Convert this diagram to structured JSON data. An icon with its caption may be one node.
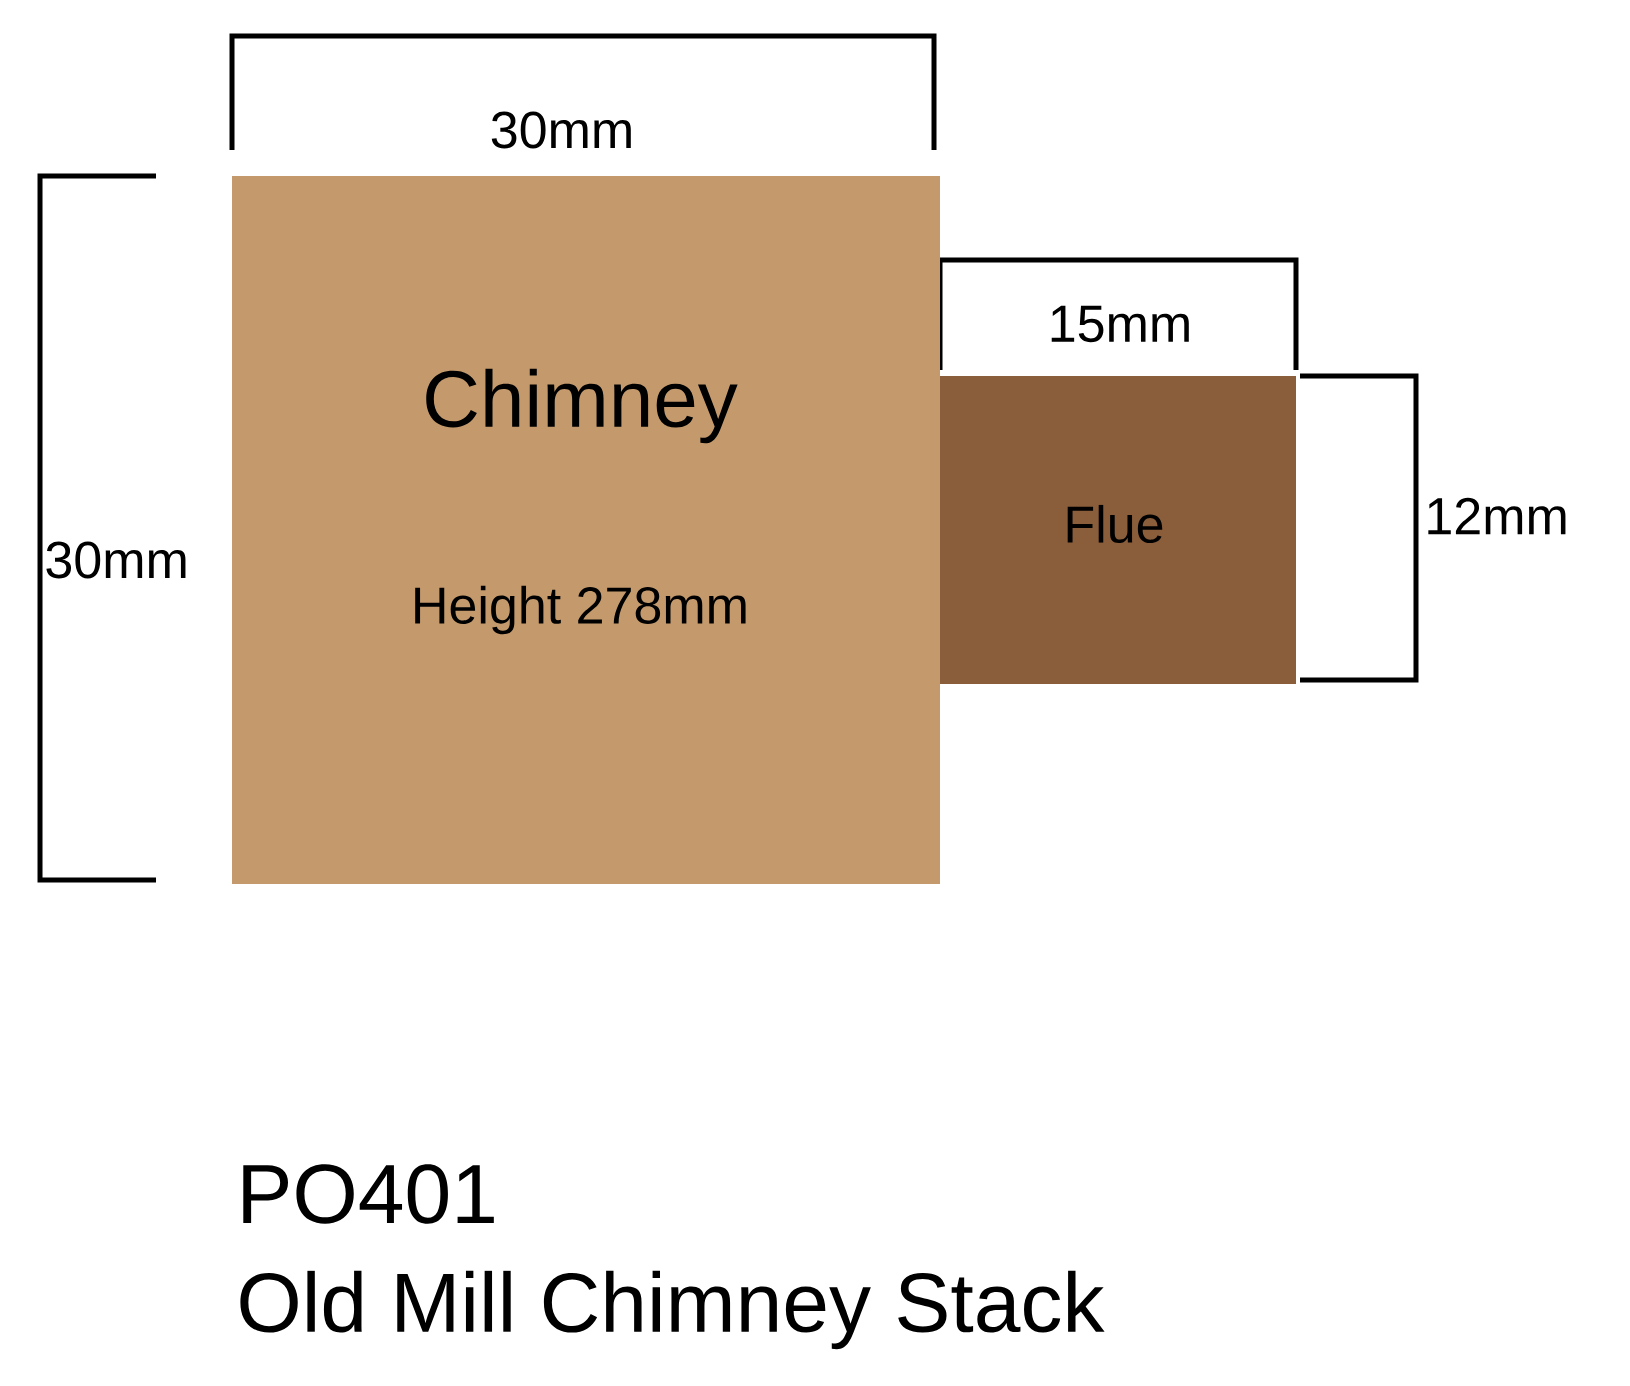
{
  "diagram": {
    "nodes": [
      {
        "text": [
          "Chimney",
          "Height 278mm"
        ]
      },
      {
        "text": [
          "Flue"
        ]
      }
    ],
    "edges": [],
    "labels": [
      "30mm",
      "30mm",
      "15mm",
      "12mm",
      "PO401",
      "Old Mill Chimney Stack"
    ]
  }
}
